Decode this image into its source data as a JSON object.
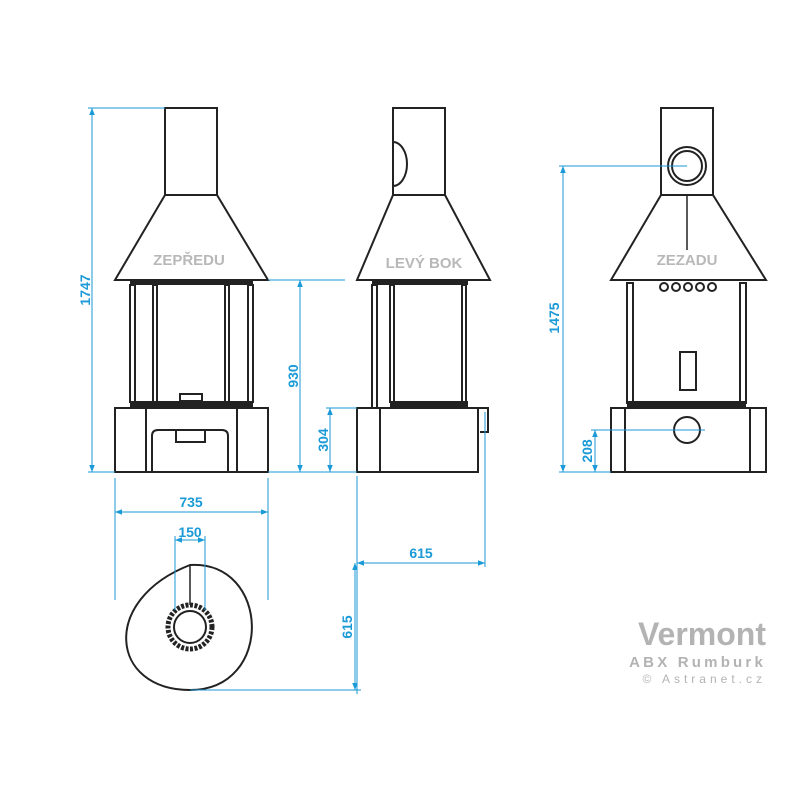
{
  "views": {
    "front": "ZEPŘEDU",
    "side": "LEVÝ BOK",
    "back": "ZEZADU"
  },
  "dimensions": {
    "total_height": "1747",
    "opening_height": "930",
    "base_height": "304",
    "width": "735",
    "flue_diameter": "150",
    "depth_horizontal": "615",
    "depth_vertical": "615",
    "rear_flue_height": "1475",
    "rear_inlet_height": "208"
  },
  "brand": {
    "model": "Vermont",
    "maker": "ABX Rumburk",
    "copyright": "© Astranet.cz"
  },
  "colors": {
    "dimension": "#1a9ad6",
    "outline": "#222222",
    "label": "#b8b8b8"
  }
}
